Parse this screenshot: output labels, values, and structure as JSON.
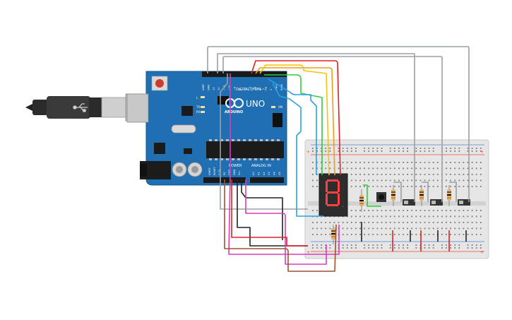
{
  "board": {
    "logo_text": "UNO",
    "brand_text": "ARDUINO",
    "digital_label": "DIGITAL (PWM ~)",
    "power_label": "POWER",
    "analog_label": "ANALOG IN",
    "on_label": "ON",
    "l_label": "L",
    "tx_label": "TX",
    "rx_label": "RX",
    "digital_pins": [
      "AREF",
      "GND",
      "13",
      "12",
      "~11",
      "~10",
      "~9",
      "8",
      "7",
      "~6",
      "~5",
      "4",
      "~3",
      "2",
      "TX▸1",
      "RX◂0"
    ],
    "power_pins": [
      "IOREF",
      "RESET",
      "3.3V",
      "5V",
      "GND",
      "GND",
      "Vin"
    ],
    "analog_pins": [
      "A0",
      "A1",
      "A2",
      "A3",
      "A4",
      "A5"
    ]
  },
  "display": {
    "digit": "8",
    "segment_color": "#ff4040"
  },
  "colors": {
    "board": "#1f6fb2",
    "breadboard": "#e6e6e6",
    "wire_red": "#e02020",
    "wire_orange": "#f39c12",
    "wire_yellow": "#f1c40f",
    "wire_green": "#2ecc40",
    "wire_blue": "#29a3dd",
    "wire_gray": "#9aa0a6",
    "wire_black": "#222222",
    "wire_magenta": "#d63fb8",
    "wire_brown": "#a0522d"
  }
}
